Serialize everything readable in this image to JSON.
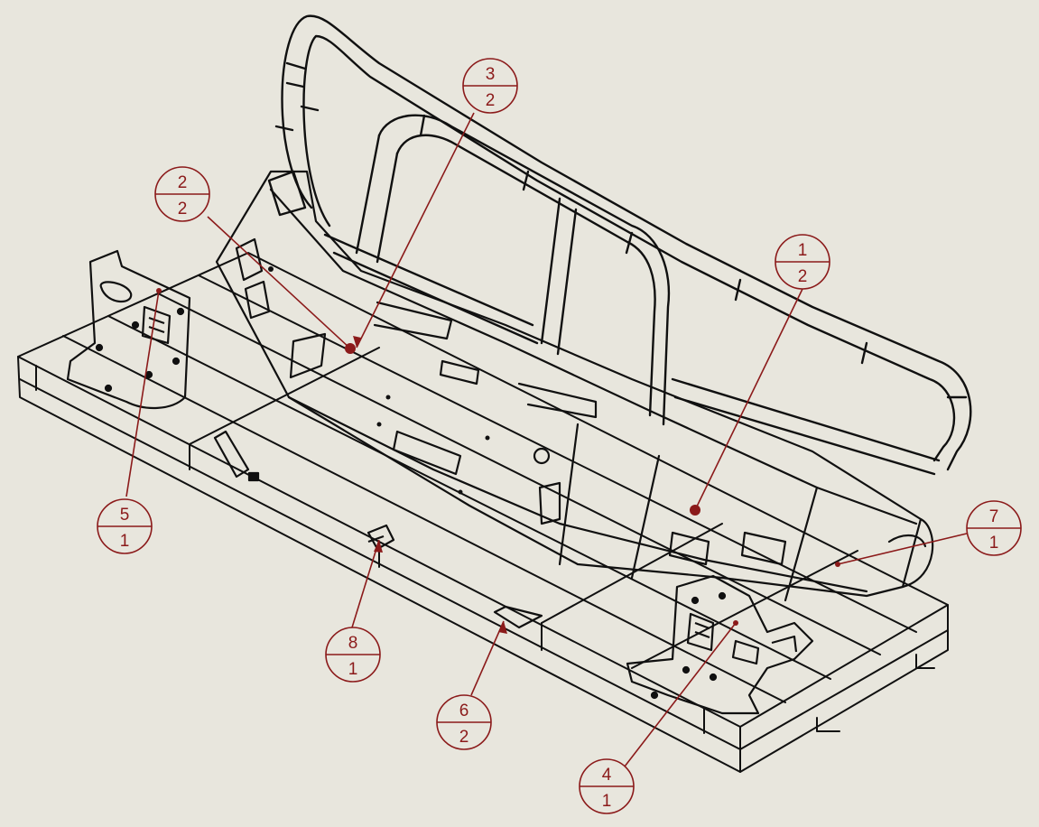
{
  "drawing": {
    "background_color": "#e8e6dd",
    "line_color": "#101010",
    "annotation_color": "#8b1a1a",
    "balloons": [
      {
        "id": "b1",
        "item": "1",
        "quantity": "2"
      },
      {
        "id": "b2",
        "item": "2",
        "quantity": "2"
      },
      {
        "id": "b3",
        "item": "3",
        "quantity": "2"
      },
      {
        "id": "b4",
        "item": "4",
        "quantity": "1"
      },
      {
        "id": "b5",
        "item": "5",
        "quantity": "1"
      },
      {
        "id": "b6",
        "item": "6",
        "quantity": "2"
      },
      {
        "id": "b7",
        "item": "7",
        "quantity": "1"
      },
      {
        "id": "b8",
        "item": "8",
        "quantity": "1"
      }
    ]
  }
}
